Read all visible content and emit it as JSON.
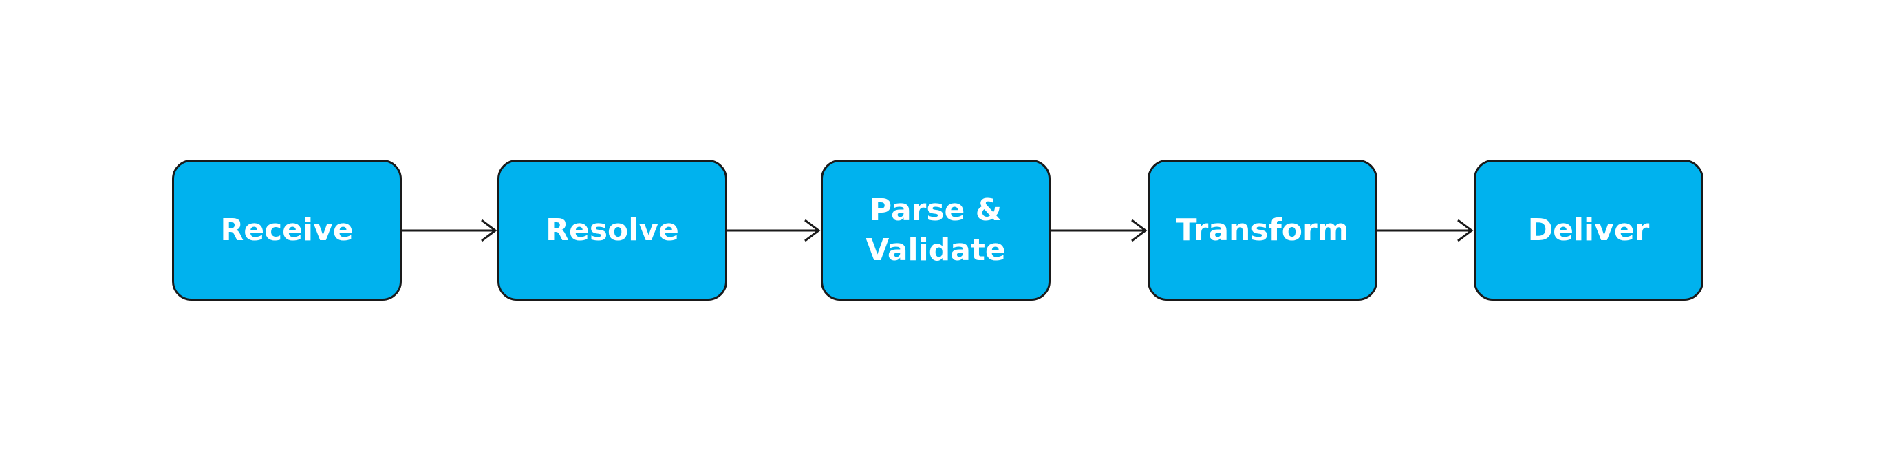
{
  "diagram": {
    "type": "linear-flow",
    "node_fill": "#00b2ee",
    "node_border": "#1a1a1a",
    "text_color": "#ffffff",
    "nodes": [
      {
        "id": "receive",
        "label": "Receive"
      },
      {
        "id": "resolve",
        "label": "Resolve"
      },
      {
        "id": "parse-validate",
        "label": "Parse &\nValidate"
      },
      {
        "id": "transform",
        "label": "Transform"
      },
      {
        "id": "deliver",
        "label": "Deliver"
      }
    ],
    "edges": [
      {
        "from": "receive",
        "to": "resolve"
      },
      {
        "from": "resolve",
        "to": "parse-validate"
      },
      {
        "from": "parse-validate",
        "to": "transform"
      },
      {
        "from": "transform",
        "to": "deliver"
      }
    ]
  }
}
